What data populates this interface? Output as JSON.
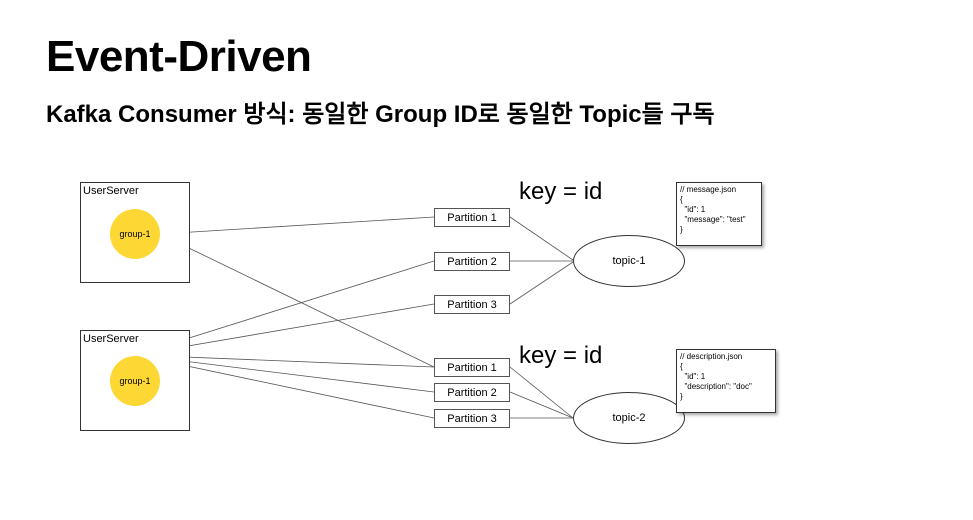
{
  "title": "Event-Driven",
  "subtitle": "Kafka Consumer 방식: 동일한 Group ID로 동일한 Topic들 구독",
  "servers": [
    {
      "label": "UserServer",
      "group": "group-1"
    },
    {
      "label": "UserServer",
      "group": "group-1"
    }
  ],
  "topics": [
    {
      "name": "topic-1",
      "key_label": "key = id",
      "partitions": [
        "Partition 1",
        "Partition 2",
        "Partition 3"
      ],
      "note": "// message.json\n{\n  \"id\": 1\n  \"message\": \"test\"\n}"
    },
    {
      "name": "topic-2",
      "key_label": "key = id",
      "partitions": [
        "Partition 1",
        "Partition 2",
        "Partition 3"
      ],
      "note": "// description.json\n{\n  \"id\": 1\n  \"description\": \"doc\"\n}"
    }
  ],
  "colors": {
    "group_fill": "#fdd835",
    "line": "#555555"
  }
}
